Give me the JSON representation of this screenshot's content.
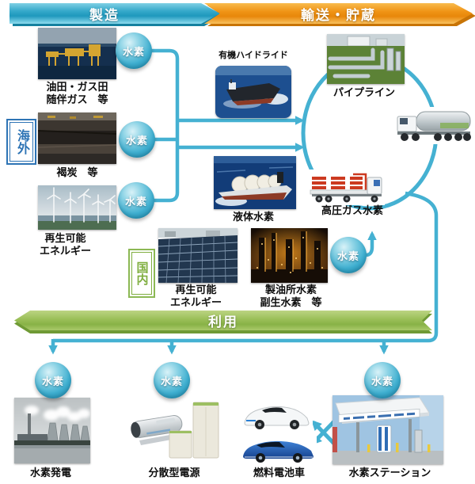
{
  "banners": {
    "manufacture": "製造",
    "transport_storage": "輸送・貯蔵",
    "use": "利用"
  },
  "regions": {
    "overseas": "海外",
    "domestic": "国内"
  },
  "hydrogen_badge": "水素",
  "production": {
    "oilfield": {
      "line1": "油田・ガス田",
      "line2": "随伴ガス　等"
    },
    "lignite": {
      "line1": "褐炭　等"
    },
    "renewable_overseas": {
      "line1": "再生可能",
      "line2": "エネルギー"
    },
    "renewable_domestic": {
      "line1": "再生可能",
      "line2": "エネルギー"
    },
    "refinery": {
      "line1": "製油所水素",
      "line2": "副生水素　等"
    }
  },
  "transport_items": {
    "organic_hydride": "有機ハイドライド",
    "liquid_hydrogen": "液体水素",
    "pipeline": "パイプライン",
    "high_pressure_gas": "高圧ガス水素"
  },
  "use_items": {
    "power_generation": "水素発電",
    "distributed_power": "分散型電源",
    "fuel_cell_vehicle": "燃料電池車",
    "hydrogen_station": "水素ステーション"
  },
  "colors": {
    "connector_line": "#45b1d2",
    "manufacture_banner": "#2fa5c7",
    "transport_banner": "#f09416",
    "use_banner": "#94bd52",
    "overseas_accent": "#2e74b5",
    "domestic_accent": "#8cb854",
    "hydrogen_circle": "#3fafd0"
  }
}
